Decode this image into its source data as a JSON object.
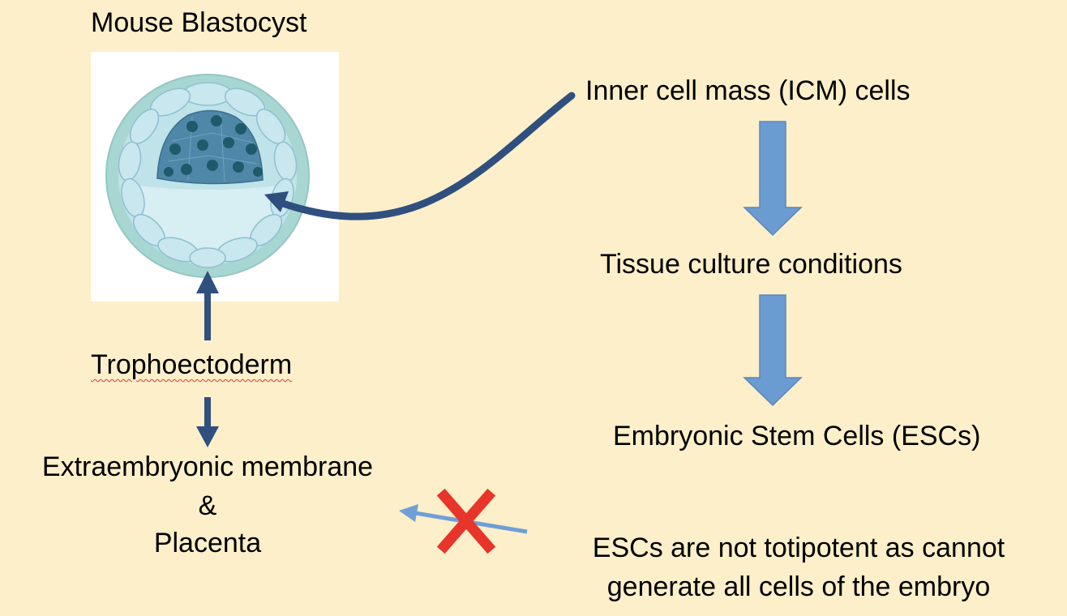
{
  "title": "Mouse Blastocyst",
  "labels": {
    "icm": "Inner cell mass (ICM) cells",
    "tissue_culture": "Tissue culture conditions",
    "escs": "Embryonic Stem Cells (ESCs)",
    "trophoectoderm": "Trophoectoderm",
    "extraembryonic": "Extraembryonic membrane",
    "ampersand": "&",
    "placenta": "Placenta",
    "note_line1": "ESCs are  not totipotent as cannot",
    "note_line2": "generate all cells of the embryo"
  },
  "colors": {
    "background": "#fcefc9",
    "dark_arrow": "#2f4f7f",
    "block_arrow": "#6a9bd1",
    "light_arrow": "#6f9fd6",
    "cross": "#e8342a",
    "blastocyst_outer": "#a8d7d3",
    "blastocyst_cells": "#c5e4ec",
    "icm_cluster": "#4f87a8",
    "nucleus": "#1f5a6b"
  },
  "icons": {
    "cross_mark": "red-x-icon"
  }
}
